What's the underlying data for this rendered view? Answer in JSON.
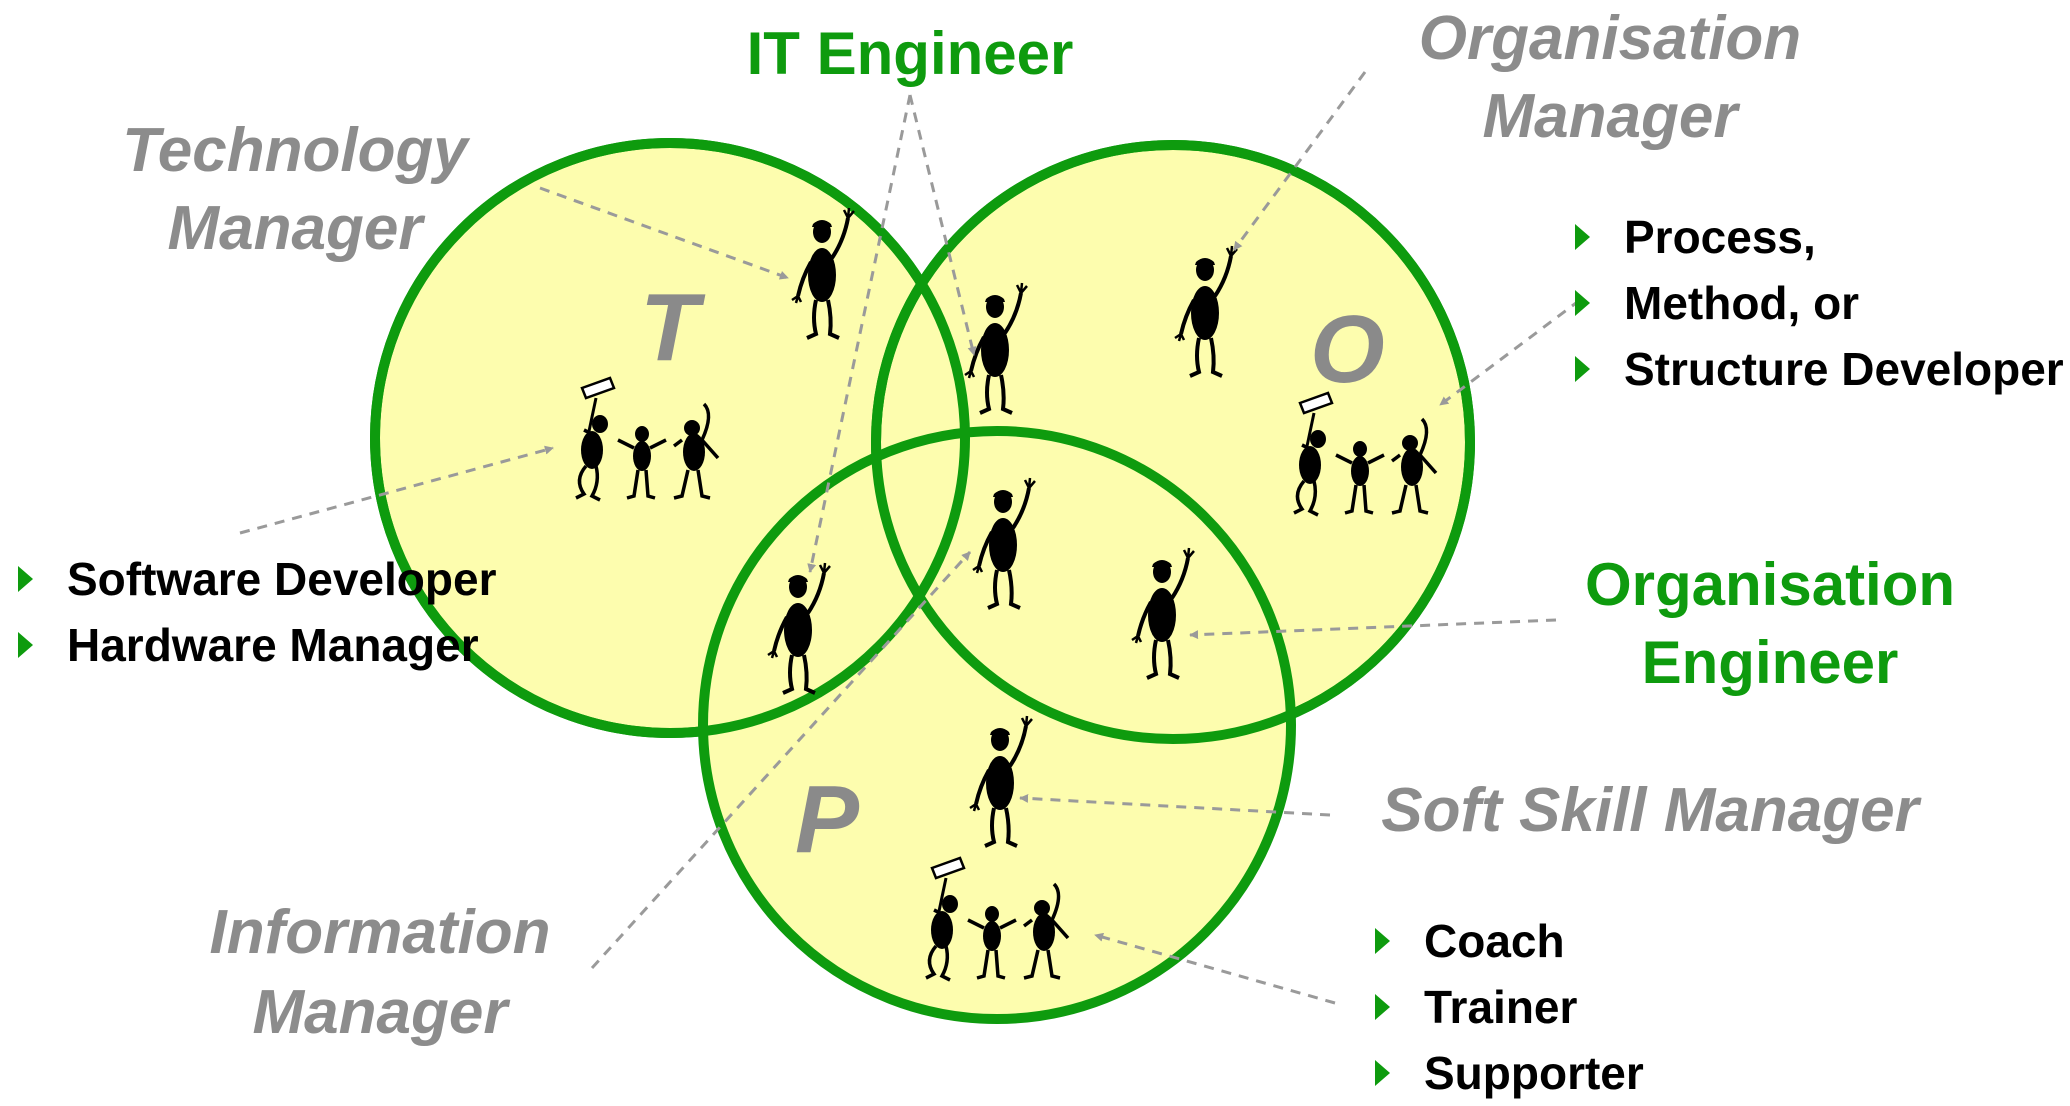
{
  "diagram": {
    "circles": [
      {
        "letter": "T"
      },
      {
        "letter": "O"
      },
      {
        "letter": "P"
      }
    ],
    "labels": {
      "it_engineer": "IT Engineer",
      "organisation_manager": [
        "Organisation",
        "Manager"
      ],
      "technology_manager": [
        "Technology",
        "Manager"
      ],
      "organisation_engineer": [
        "Organisation",
        "Engineer"
      ],
      "soft_skill_manager": "Soft Skill Manager",
      "information_manager": [
        "Information",
        "Manager"
      ]
    },
    "bullet_lists": {
      "left": [
        "Software Developer",
        "Hardware Manager"
      ],
      "right_top": [
        "Process,",
        "Method, or",
        "Structure Developer"
      ],
      "right_bottom": [
        "Coach",
        "Trainer",
        "Supporter"
      ]
    },
    "colors": {
      "circle_fill": "#fdfdae",
      "circle_stroke": "#0e9b0e",
      "green_text": "#0e9b0e",
      "grey_text": "#8c8c8c",
      "arrow": "#9a9a9a",
      "figure": "#000000"
    }
  }
}
